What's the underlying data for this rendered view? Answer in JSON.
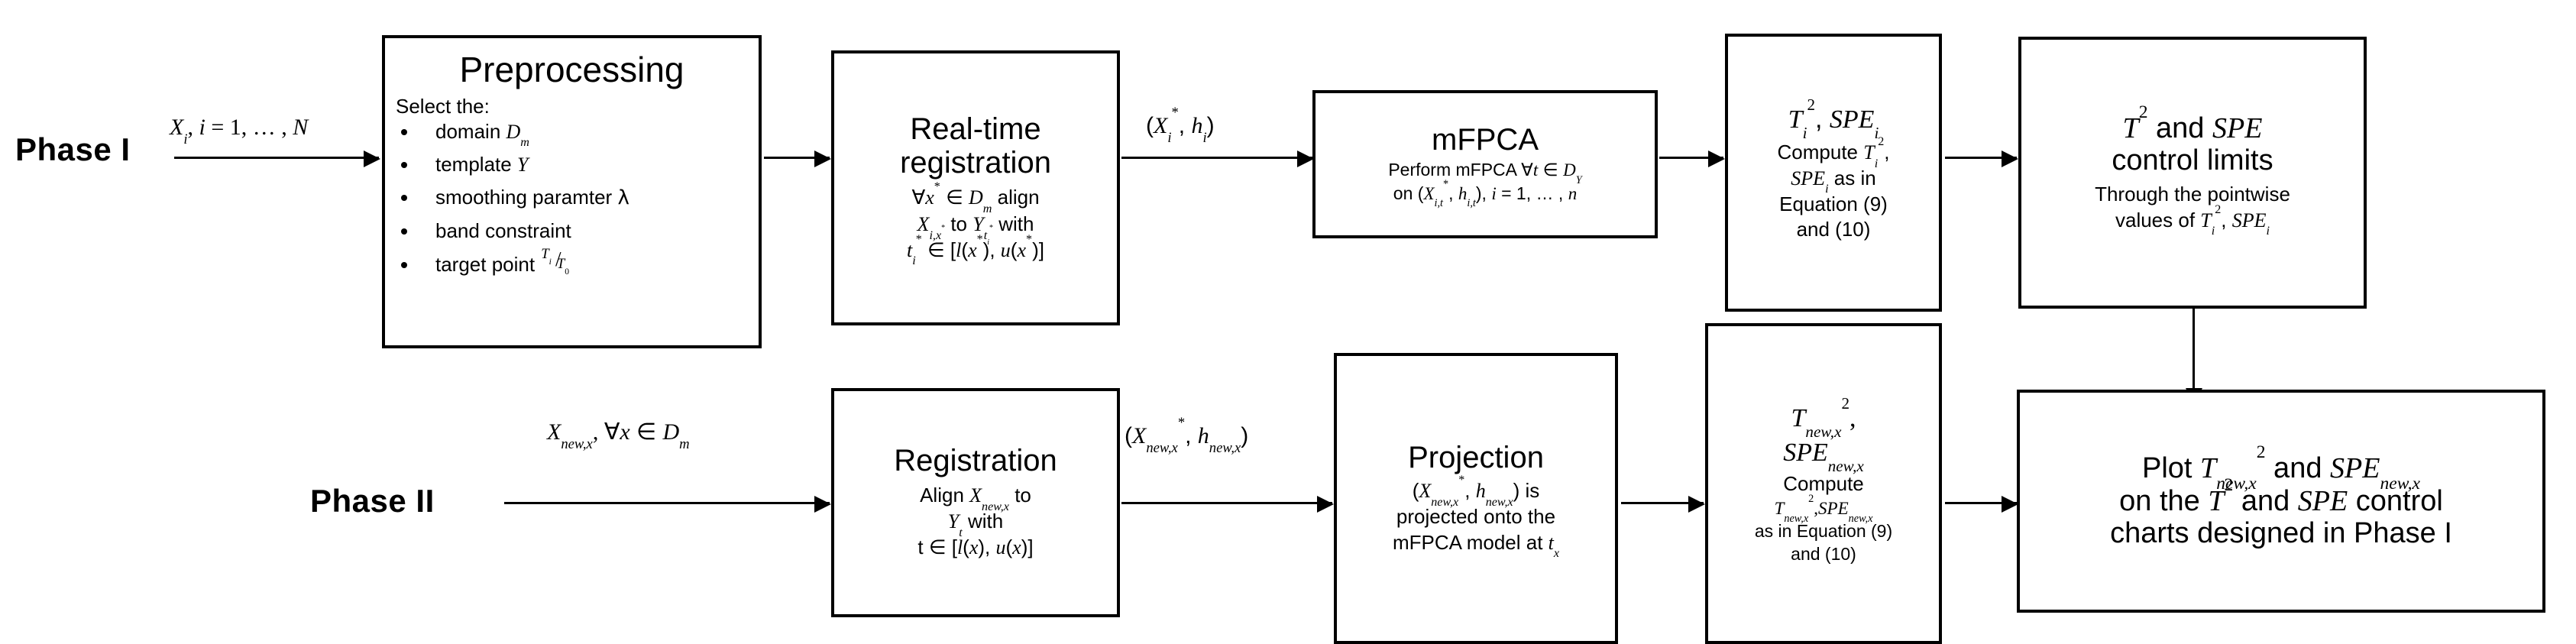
{
  "figure": {
    "type": "flowchart",
    "title": "Real-time profile monitoring framework (Phase I / Phase II)",
    "line_color": "#000000",
    "background": "#ffffff"
  },
  "phases": {
    "phase1_label": "Phase I",
    "phase2_label": "Phase II"
  },
  "edges": {
    "phase1_input": "Xᵢ, i = 1, … , N",
    "preprocessing_to_registration": "",
    "registration_to_mfpca": "(X*ᵢ, hᵢ)",
    "mfpca_to_stats": "",
    "stats_to_limits": "",
    "limits_to_plot": "",
    "phase2_input": "X_new,x , ∀x ∈ Dₘ",
    "registration2_to_projection": "(X*_new,x , h_new,x)",
    "projection_to_stats2": "",
    "stats2_to_plot": ""
  },
  "boxes": {
    "preprocessing": {
      "title": "Preprocessing",
      "subtitle": "Select the:",
      "bullets": [
        "domain Dₘ",
        "template Y",
        "smoothing paramter λ",
        "band constraint",
        "target point Tᵢ/T₀"
      ]
    },
    "realtime_registration": {
      "title_line1": "Real-time",
      "title_line2": "registration",
      "body_line1": "∀x* ∈ Dₘ align",
      "body_line2": "Xᵢ,ₓ* to Y_{t*ᵢ} with",
      "body_line3": "t*ᵢ ∈ [l(x*), u(x*)]"
    },
    "mfpca": {
      "title": "mFPCA",
      "body_line1": "Perform mFPCA ∀t ∈ D_Y",
      "body_line2": "on (X*ᵢ,ₜ , hᵢ,ₜ), i = 1, … , n"
    },
    "stats_phase1": {
      "title": "T²ᵢ , SPEᵢ",
      "body_line1": "Compute T²ᵢ ,",
      "body_line2": "SPEᵢ as in",
      "body_line3": "Equation (9)",
      "body_line4": "and (10)"
    },
    "control_limits": {
      "title_line1": "T² and SPE",
      "title_line2": "control limits",
      "body_line1": "Through the pointwise",
      "body_line2": "values of T²ᵢ , SPEᵢ"
    },
    "registration_phase2": {
      "title": "Registration",
      "body_line1": "Align X_new,x to",
      "body_line2": "Yₜ with",
      "body_line3": "t ∈ [l(x), u(x)]"
    },
    "projection": {
      "title": "Projection",
      "body_line1": "(X*_new,x , h_new,x) is",
      "body_line2": "projected onto the",
      "body_line3": "mFPCA model at tₓ"
    },
    "stats_phase2": {
      "title_line1": "T²_new,x ,",
      "title_line2": "SPE_new,x",
      "body_line1": "Compute",
      "body_line2": "T²_new,x , SPE_new,x",
      "body_line3": "as in Equation (9)",
      "body_line4": "and (10)"
    },
    "plot_phase2": {
      "body_line1": "Plot T²_new,x and SPE_new,x",
      "body_line2": "on the T² and SPE control",
      "body_line3": "charts designed in Phase I"
    }
  }
}
